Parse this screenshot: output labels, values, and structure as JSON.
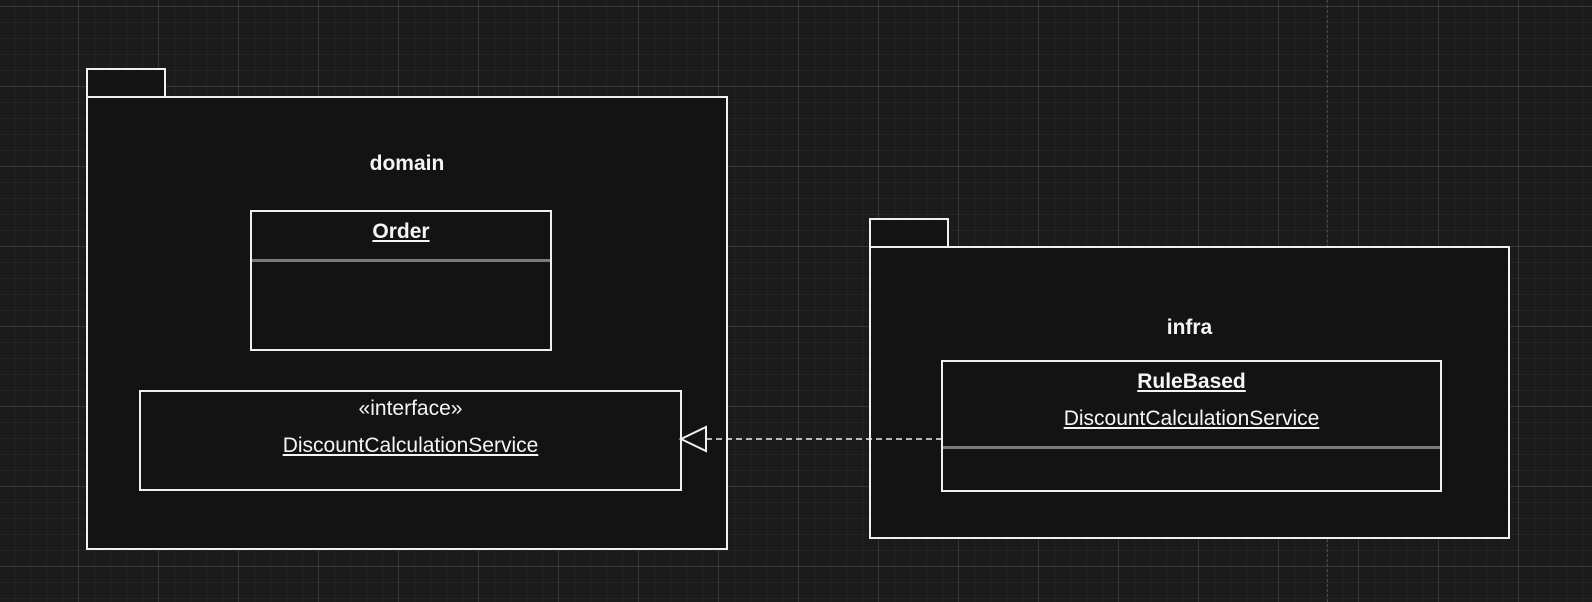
{
  "diagram": {
    "type": "uml-package-diagram",
    "packages": [
      {
        "id": "domain",
        "name": "domain",
        "classes": [
          {
            "id": "order",
            "title": "Order",
            "stereotype": "",
            "name": ""
          },
          {
            "id": "discount-iface",
            "title": "",
            "stereotype": "«interface»",
            "name": "DiscountCalculationService"
          }
        ]
      },
      {
        "id": "infra",
        "name": "infra",
        "classes": [
          {
            "id": "rulebased",
            "title": "RuleBased",
            "stereotype": "",
            "name": "DiscountCalculationService"
          }
        ]
      }
    ],
    "relations": [
      {
        "type": "realization",
        "from": "rulebased",
        "to": "discount-iface",
        "line": "dashed",
        "arrowhead": "hollow-triangle"
      }
    ],
    "colors": {
      "background": "#1b1b1b",
      "shape_fill": "#131313",
      "stroke": "#f0f0f0",
      "text": "#f5f5f5"
    }
  }
}
